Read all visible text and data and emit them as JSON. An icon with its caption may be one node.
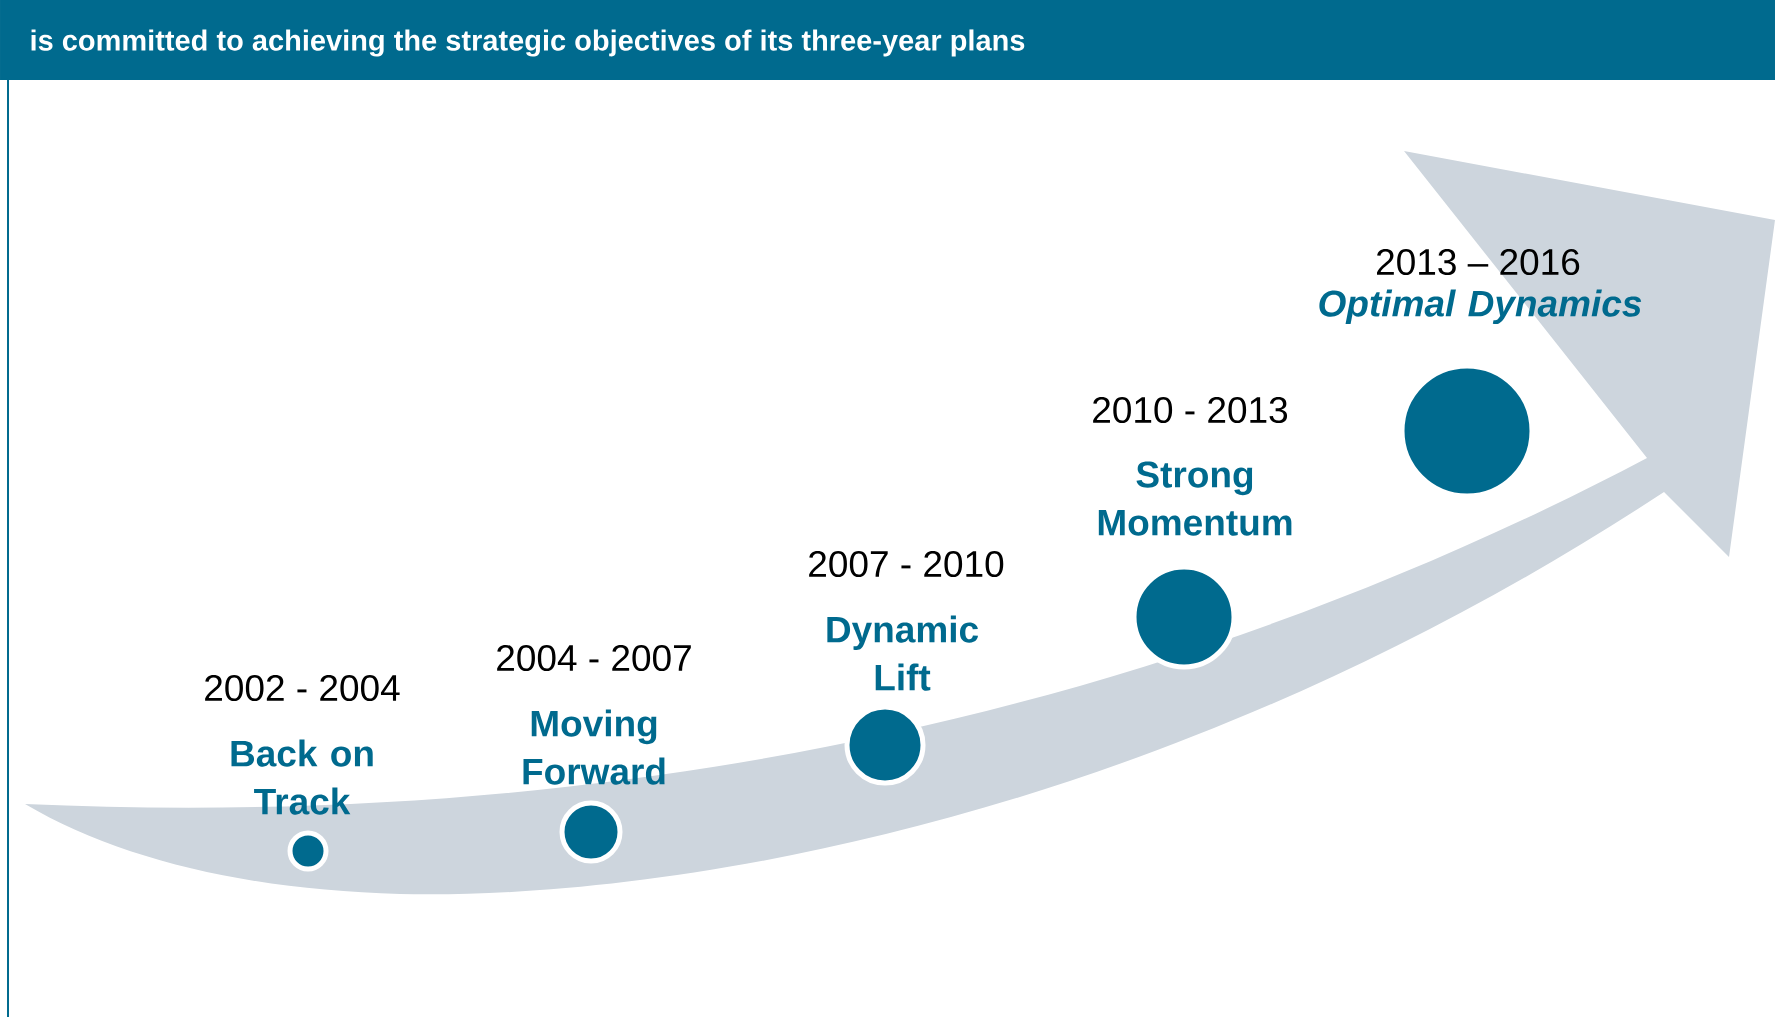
{
  "diagram": {
    "title": "is committed to achieving the strategic objectives of its three-year plans",
    "nodes": [
      {
        "text": [],
        "shape": "circle",
        "beside": [
          "2002 - 2004",
          "Back on Track"
        ]
      },
      {
        "text": [],
        "shape": "circle",
        "beside": [
          "2004 - 2007",
          "Moving Forward"
        ]
      },
      {
        "text": [],
        "shape": "circle",
        "beside": [
          "2007 - 2010",
          "Dynamic Lift"
        ]
      },
      {
        "text": [],
        "shape": "circle",
        "beside": [
          "2010 - 2013",
          "Strong Momentum"
        ]
      },
      {
        "text": [],
        "shape": "circle",
        "beside": [
          "2013 – 2016",
          "Optimal Dynamics"
        ]
      }
    ]
  }
}
